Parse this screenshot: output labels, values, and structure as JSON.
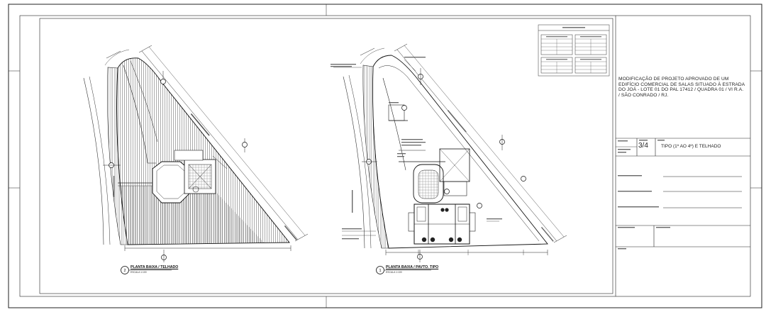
{
  "title_block": {
    "project_title": "MODIFICAÇÃO DE PROJETO APROVADO DE UM EDIFÍCIO COMERCIAL DE SALAS SITUADO À ESTRADA DO JOÁ - LOTE 01 DO PAL 17412 / QUADRA 01 / VI R.A. / SÃO CONRADO / RJ.",
    "sheet_number": "3/4",
    "sheet_description": "TIPO (1º AO 4º) E TELHADO"
  },
  "drawings": [
    {
      "number": "2",
      "title": "PLANTA BAIXA / TELHADO",
      "scale": "ESCALA 1:100"
    },
    {
      "number": "1",
      "title": "PLANTA BAIXA / PAVTO. TIPO",
      "scale": "ESCALA 1:100"
    }
  ]
}
